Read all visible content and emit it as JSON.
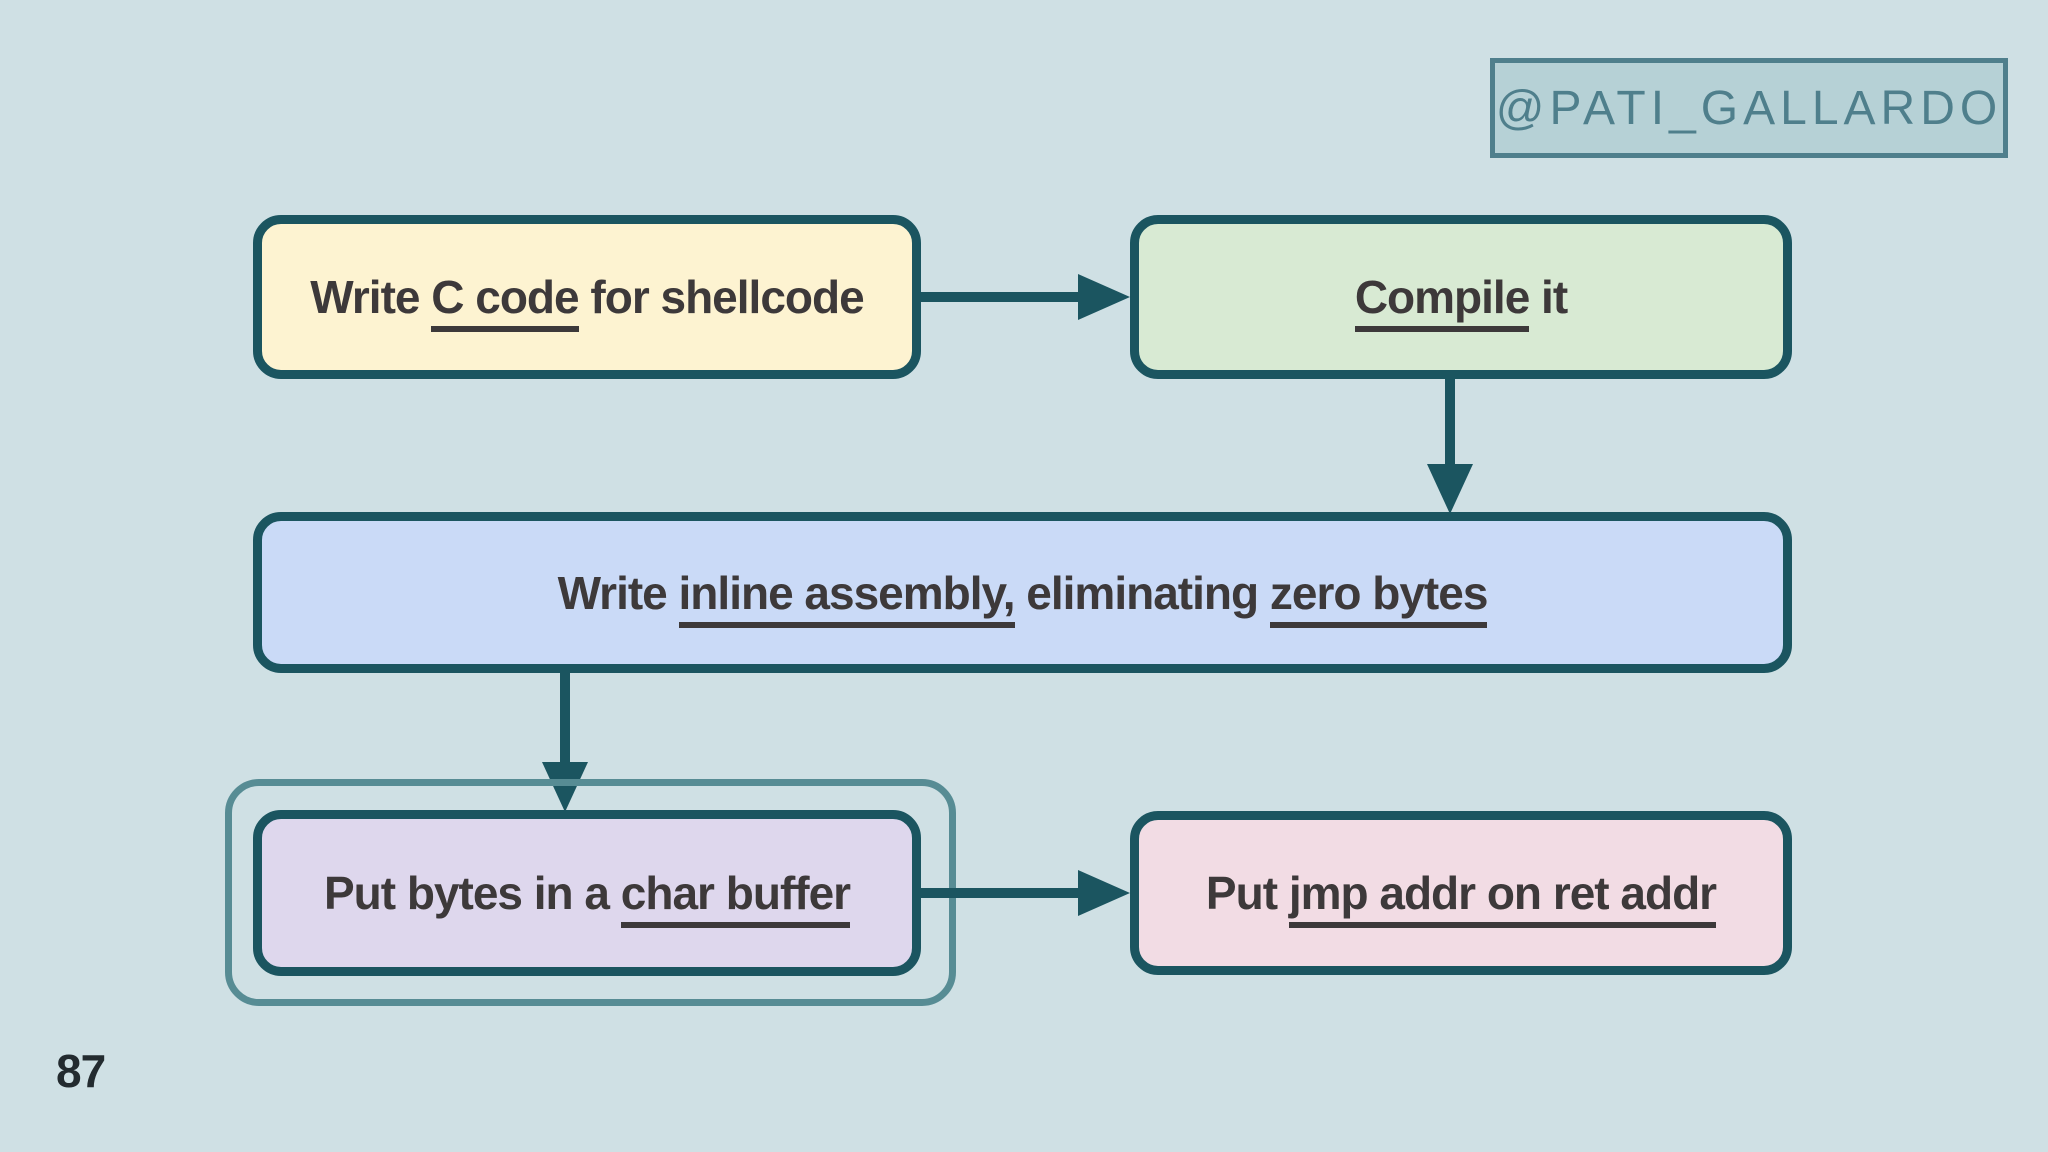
{
  "slide": {
    "page_number": "87",
    "background_color": "#cfe0e4"
  },
  "badge": {
    "text": "@PATI_GALLARDO",
    "background_color": "#b6d1d6",
    "border_color": "#4f7f8c",
    "text_color": "#4f7f8c"
  },
  "flowchart": {
    "type": "flowchart",
    "node_border_color": "#1b5560",
    "group_border_color": "#578c94",
    "arrow_color": "#1b5560",
    "text_color": "#3d393a",
    "nodes": [
      {
        "id": "write-c-code",
        "fill": "#fdf3d1",
        "segments": [
          {
            "text": "Write "
          },
          {
            "text": "C code",
            "underline": true
          },
          {
            "text": " for shellcode"
          }
        ]
      },
      {
        "id": "compile-it",
        "fill": "#d8ead3",
        "segments": [
          {
            "text": "Compile",
            "underline": true
          },
          {
            "text": " it"
          }
        ]
      },
      {
        "id": "write-inline-assembly",
        "fill": "#cadaf7",
        "segments": [
          {
            "text": "Write "
          },
          {
            "text": "inline assembly,",
            "underline": true
          },
          {
            "text": " eliminating "
          },
          {
            "text": "zero bytes",
            "underline": true
          }
        ]
      },
      {
        "id": "put-bytes-char-buffer",
        "fill": "#ded7ed",
        "segments": [
          {
            "text": "Put bytes in a "
          },
          {
            "text": "char buffer",
            "underline": true
          }
        ]
      },
      {
        "id": "put-jmp-addr-on-ret-addr",
        "fill": "#f2dce4",
        "segments": [
          {
            "text": "Put "
          },
          {
            "text": "jmp addr on ret addr",
            "underline": true
          }
        ]
      }
    ],
    "edges": [
      {
        "from": "write-c-code",
        "to": "compile-it"
      },
      {
        "from": "compile-it",
        "to": "write-inline-assembly"
      },
      {
        "from": "write-inline-assembly",
        "to": "put-bytes-char-buffer"
      },
      {
        "from": "put-bytes-char-buffer",
        "to": "put-jmp-addr-on-ret-addr"
      }
    ]
  }
}
